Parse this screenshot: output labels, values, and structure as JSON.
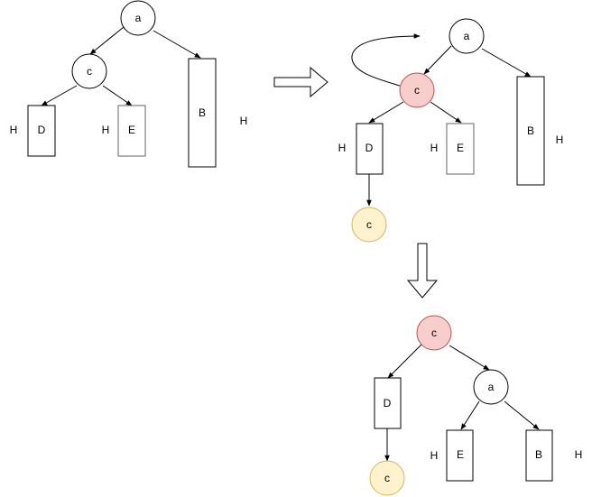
{
  "colors": {
    "stroke": "#000000",
    "gray_stroke": "#666666",
    "highlight_fill": "#f8cecc",
    "highlight_stroke": "#b85450",
    "yellow_fill": "#fff2cc",
    "yellow_stroke": "#d6b656",
    "background": "#ffffff"
  },
  "diagram": {
    "tree1": {
      "node_a": "a",
      "node_c": "c",
      "node_D": "D",
      "node_E": "E",
      "node_B": "B",
      "height_D": "H",
      "height_E": "H",
      "height_B": "H"
    },
    "tree2": {
      "node_a": "a",
      "node_c": "c",
      "node_D": "D",
      "node_E": "E",
      "node_B": "B",
      "new_node": "c",
      "height_D": "H",
      "height_E": "H",
      "height_B": "H"
    },
    "tree3": {
      "node_c": "c",
      "node_D": "D",
      "node_a": "a",
      "node_E": "E",
      "node_B": "B",
      "new_node": "c",
      "height_E": "H",
      "height_B": "H"
    }
  }
}
